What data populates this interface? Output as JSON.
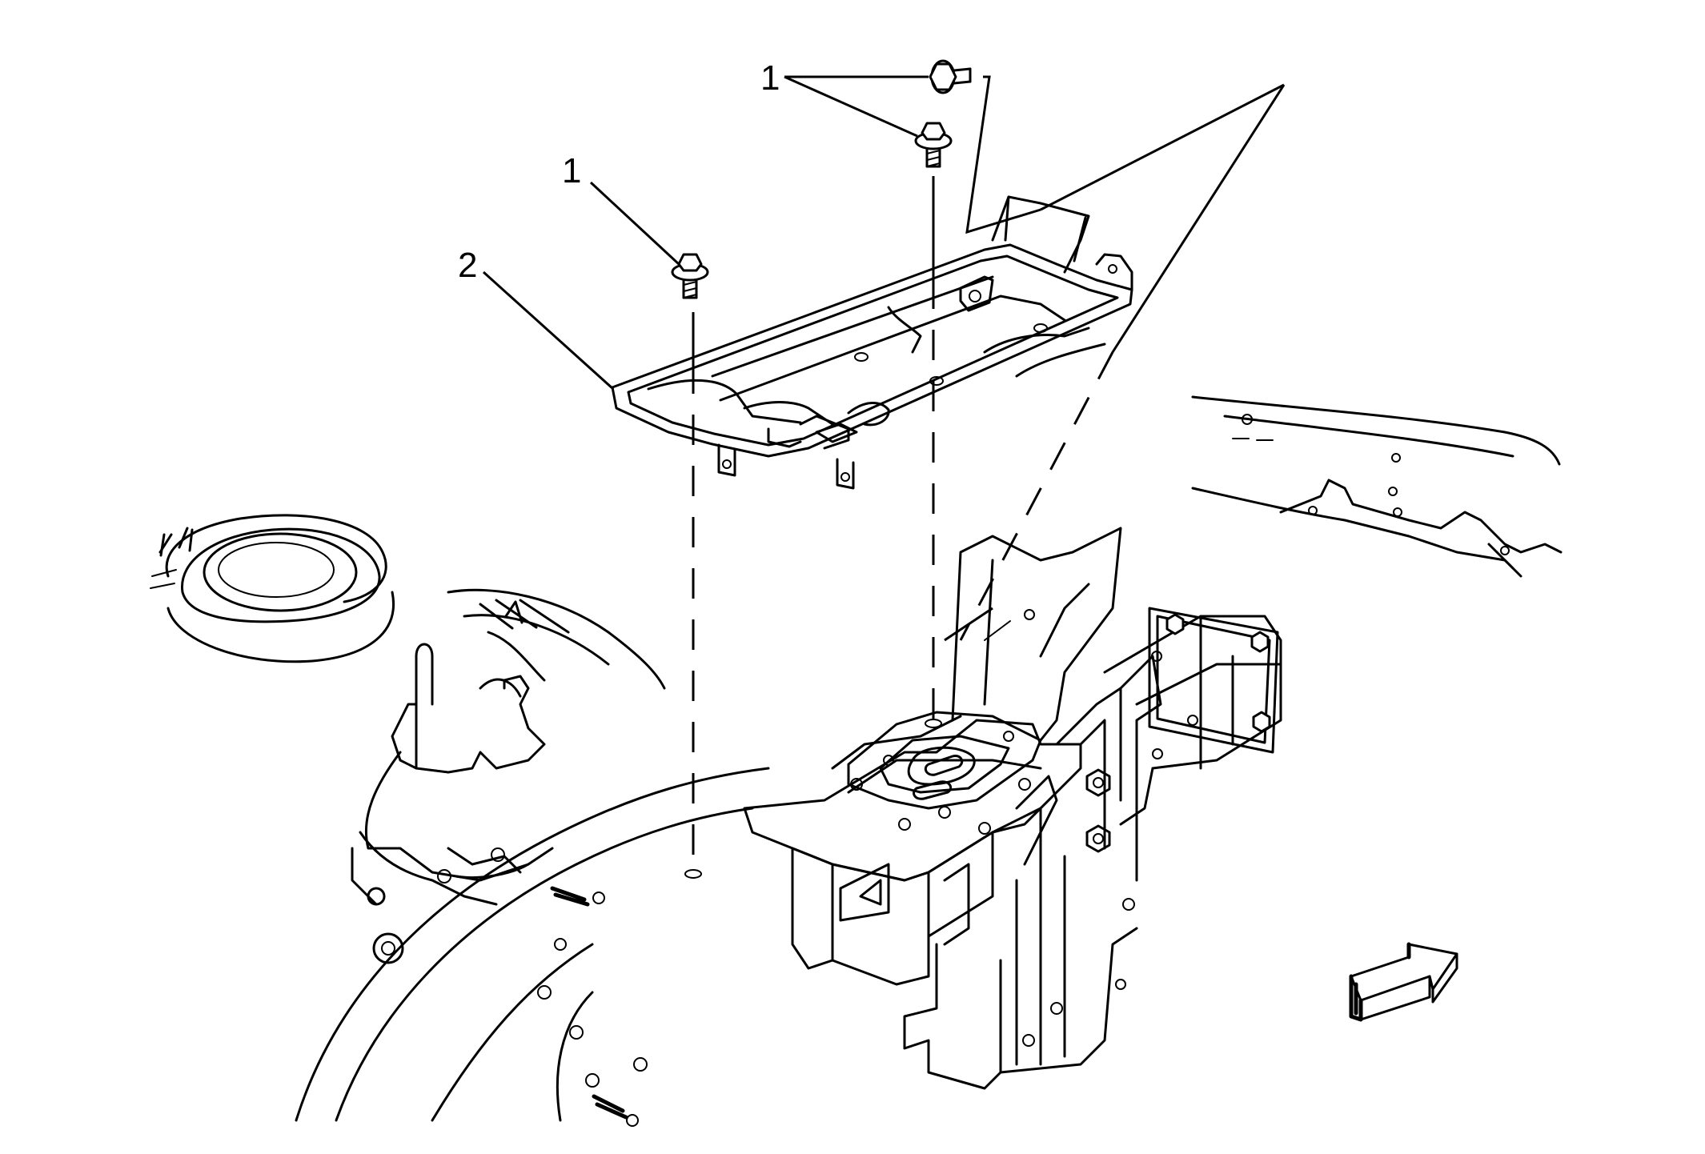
{
  "callouts": [
    {
      "id": "bolt-a",
      "label": "1"
    },
    {
      "id": "bolt-b",
      "label": "1"
    },
    {
      "id": "tray",
      "label": "2"
    }
  ],
  "icons": {
    "view_direction": "front-arrow-icon"
  },
  "colors": {
    "line": "#000000",
    "background": "#ffffff"
  }
}
